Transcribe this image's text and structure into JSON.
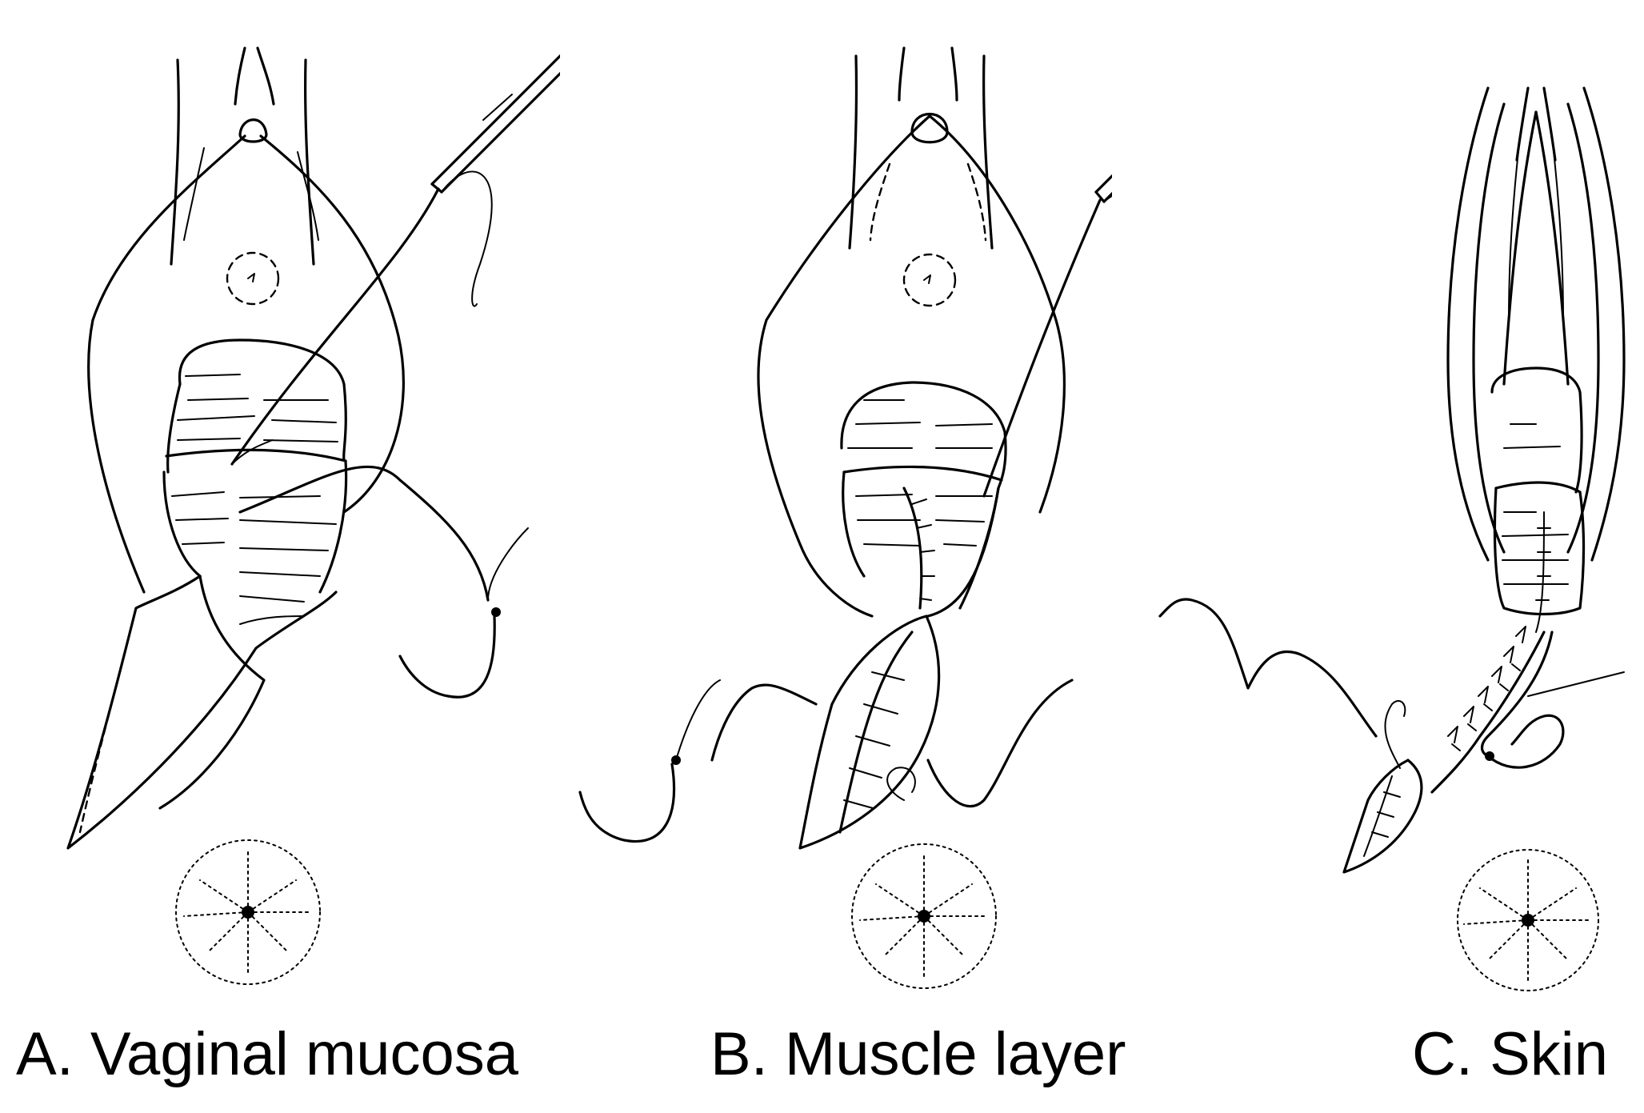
{
  "figure": {
    "panels": [
      {
        "id": "A",
        "caption": "A. Vaginal mucosa"
      },
      {
        "id": "B",
        "caption": "B. Muscle layer"
      },
      {
        "id": "C",
        "caption": "C. Skin"
      }
    ]
  }
}
